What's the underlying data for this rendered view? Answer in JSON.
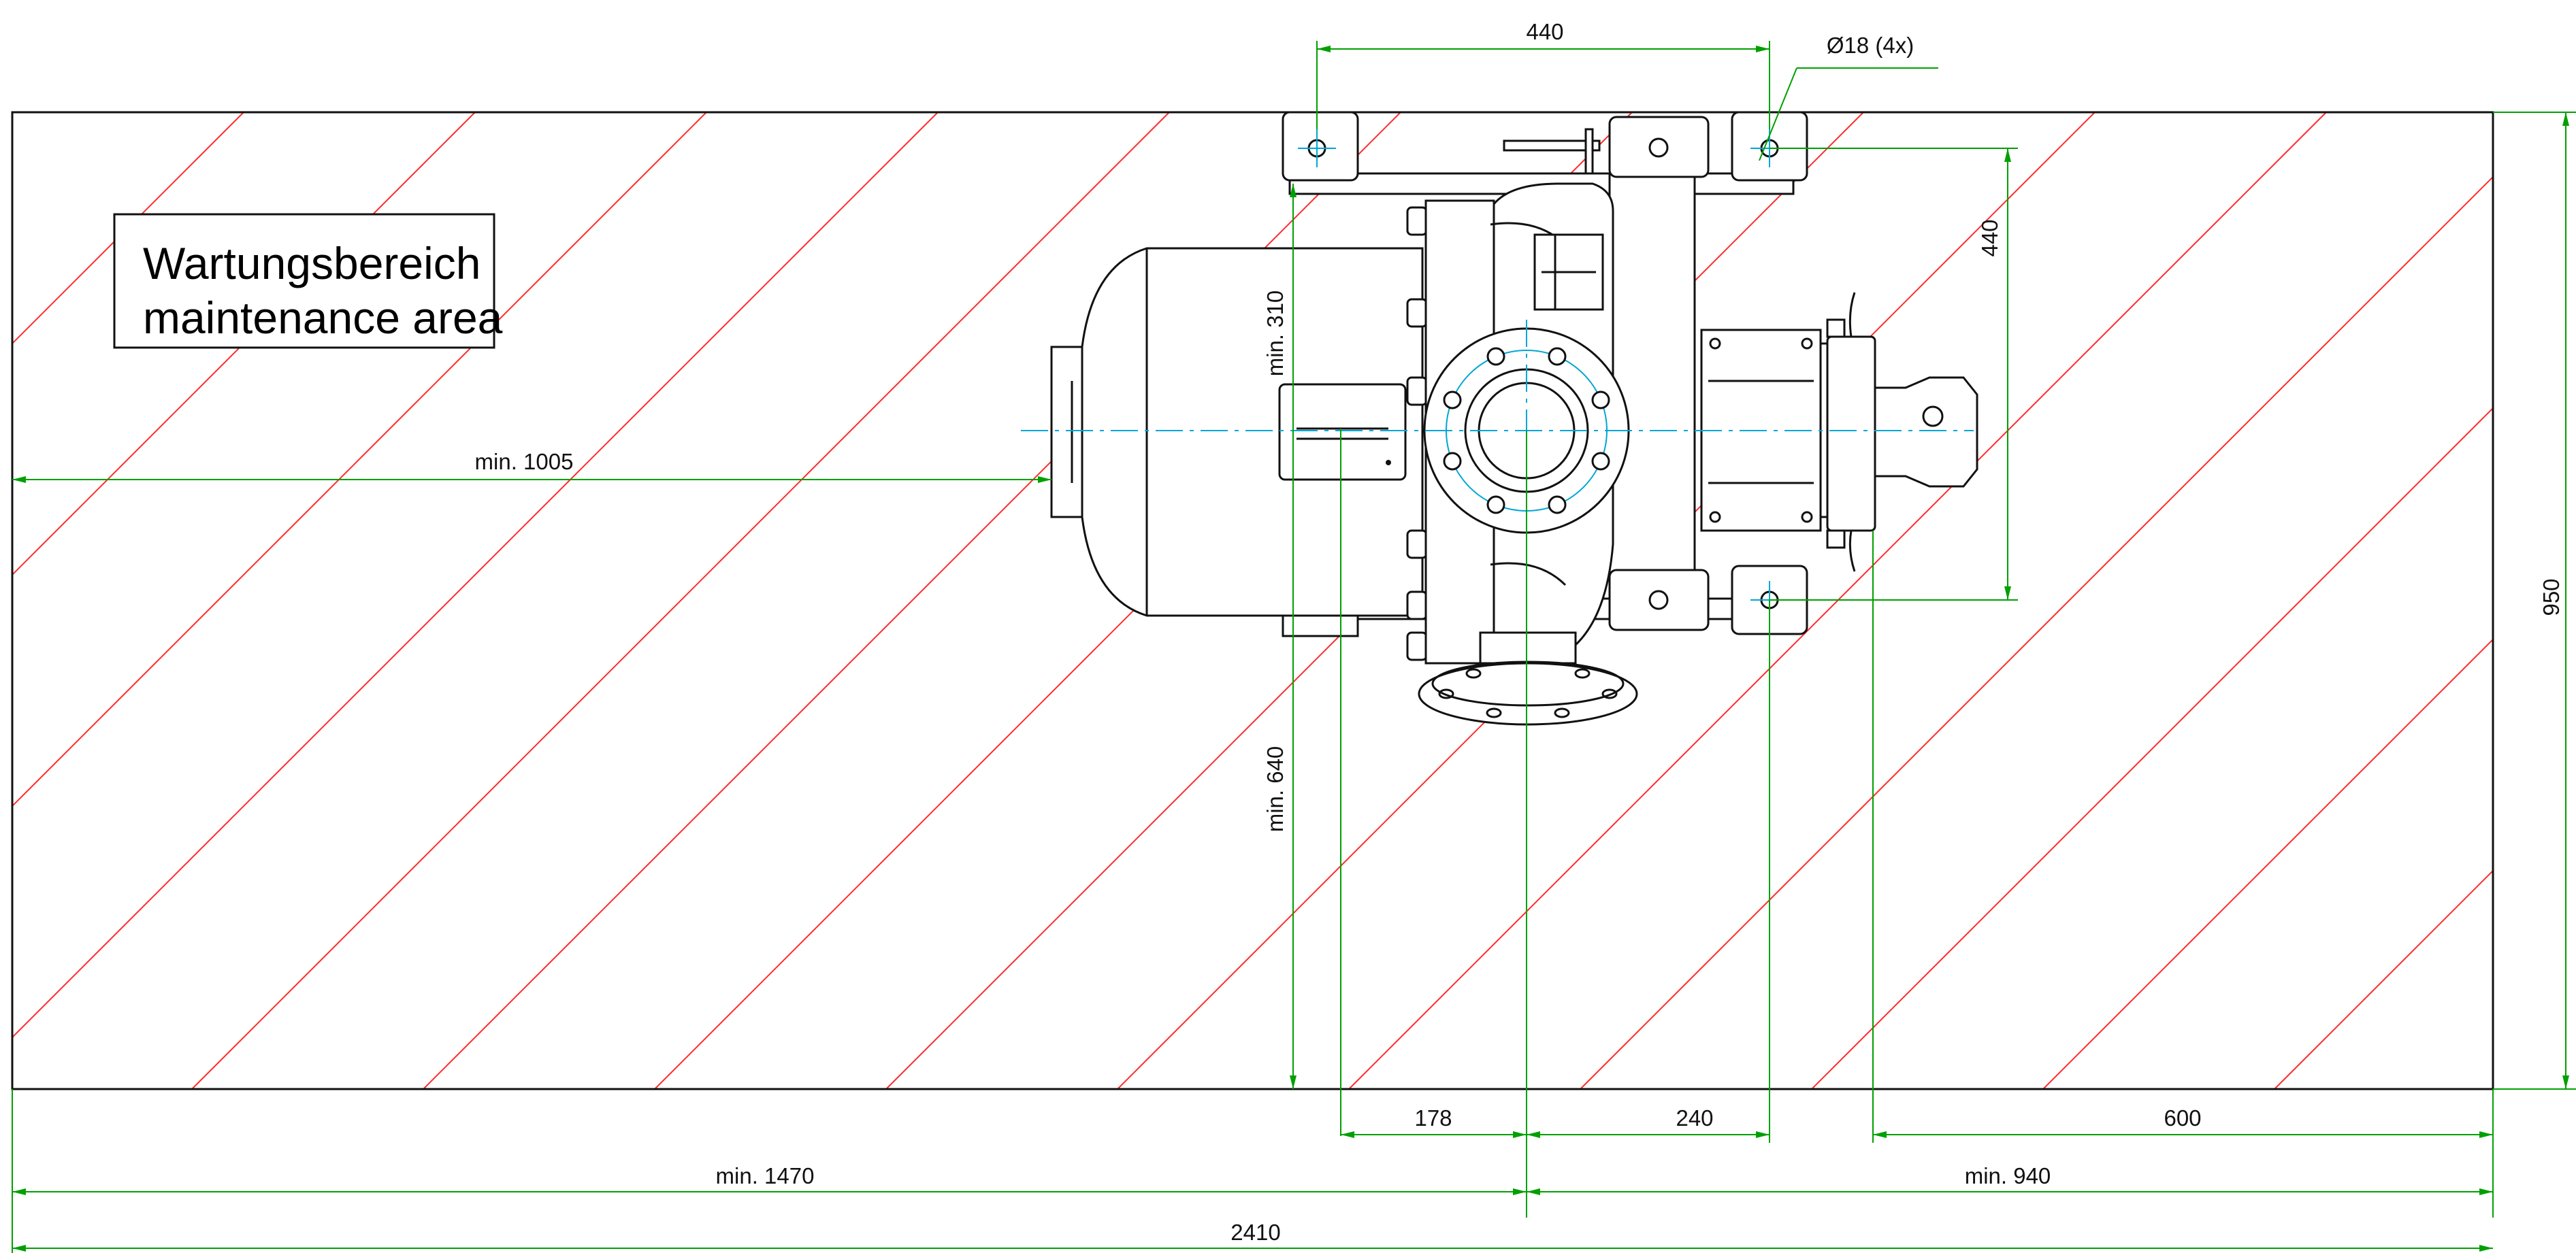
{
  "label": {
    "line1": "Wartungsbereich",
    "line2": "maintenance area"
  },
  "dimensions": {
    "top_width": "440",
    "hole": "Ø18 (4x)",
    "right_height": "440",
    "overall_height": "950",
    "left_clearance": "min. 1005",
    "top_clearance": "min. 310",
    "bottom_clearance": "min. 640",
    "d178": "178",
    "d240": "240",
    "d600": "600",
    "left_total": "min. 1470",
    "right_total": "min. 940",
    "overall_width": "2410"
  },
  "colors": {
    "dimension": "#00a000",
    "hatch": "#ff2a2a",
    "centerline": "#00a6d6",
    "outline": "#111111"
  }
}
